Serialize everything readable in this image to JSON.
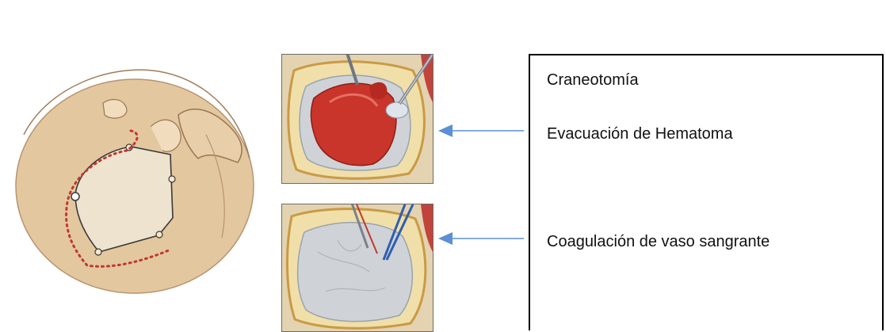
{
  "labels": {
    "craneotomia": "Craneotomía",
    "evacuacion": "Evacuación de Hematoma",
    "coagulacion": "Coagulación de vaso sangrante"
  },
  "colors": {
    "arrow": "#5b8fd6",
    "skull": "#e3c79f",
    "dotted_line": "#c0392b",
    "hematoma": "#c9352a",
    "brain": "#cfd3d8"
  },
  "icons": {
    "skull": "skull-craniotomy-illustration",
    "hematoma": "hematoma-evacuation-illustration",
    "coagulation": "vessel-coagulation-illustration",
    "arrow": "left-arrow-icon"
  }
}
